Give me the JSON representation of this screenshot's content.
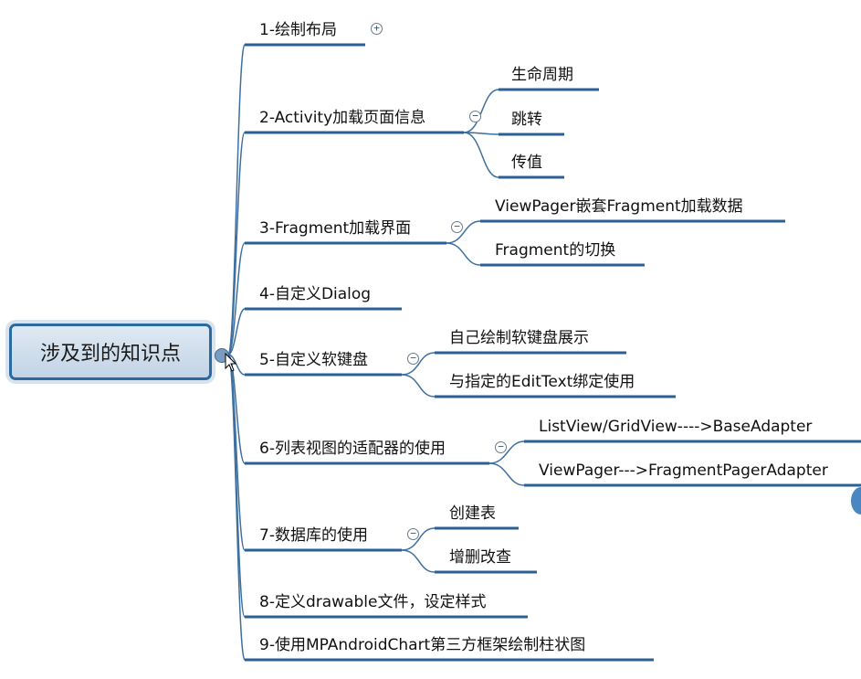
{
  "root": {
    "label": "涉及到的知识点"
  },
  "topics": [
    {
      "label": "1-绘制布局",
      "toggle": "+",
      "children": []
    },
    {
      "label": "2-Activity加载页面信息",
      "toggle": "−",
      "children": [
        "生命周期",
        "跳转",
        "传值"
      ]
    },
    {
      "label": "3-Fragment加载界面",
      "toggle": "−",
      "children": [
        "ViewPager嵌套Fragment加载数据",
        "Fragment的切换"
      ]
    },
    {
      "label": "4-自定义Dialog",
      "toggle": "",
      "children": []
    },
    {
      "label": "5-自定义软键盘",
      "toggle": "−",
      "children": [
        "自己绘制软键盘展示",
        "与指定的EditText绑定使用"
      ]
    },
    {
      "label": "6-列表视图的适配器的使用",
      "toggle": "−",
      "children": [
        "ListView/GridView---->BaseAdapter",
        "ViewPager--->FragmentPagerAdapter"
      ]
    },
    {
      "label": "7-数据库的使用",
      "toggle": "−",
      "children": [
        "创建表",
        "增删改查"
      ]
    },
    {
      "label": "8-定义drawable文件，设定样式",
      "toggle": "",
      "children": []
    },
    {
      "label": "9-使用MPAndroidChart第三方框架绘制柱状图",
      "toggle": "",
      "children": []
    }
  ],
  "colors": {
    "line": "#2b5f97",
    "connector": "#3d6f9f",
    "root_border": "#2b6aa0"
  }
}
